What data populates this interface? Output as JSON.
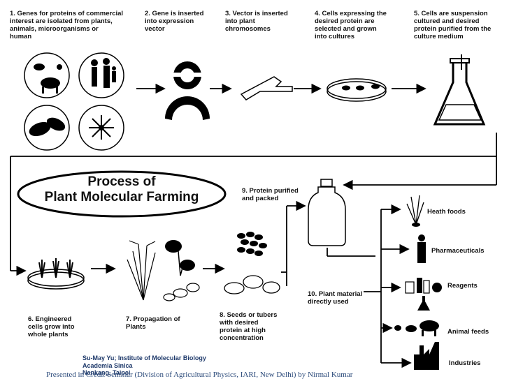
{
  "steps": {
    "s1": "1.  Genes for proteins of commercial\n     interest are isolated from plants,\n     animals, microorganisms or\n     human",
    "s2": "2.  Gene is inserted\n     into expression\n     vector",
    "s3": "3.  Vector is inserted\n     into plant\n     chromosomes",
    "s4": "4.  Cells expressing the\n     desired protein are\n     selected and grown\n     into cultures",
    "s5": "5.  Cells are suspension\n     cultured and desired\n     protein purified from the\n     culture medium",
    "s6": "6.  Engineered\n     cells grow into\n     whole plants",
    "s7": "7.  Propagation of\n     Plants",
    "s8": "8.  Seeds or tubers\n     with desired\n     protein at high\n     concentration",
    "s9": "9.  Protein purified\n     and packed",
    "s10": "10.  Plant material\n       directly used"
  },
  "title": "Process of\nPlant Molecular Farming",
  "industries": {
    "health": "Heath foods",
    "pharma": "Pharmaceuticals",
    "reagents": "Reagents",
    "animal": "Animal feeds",
    "industries": "Industries"
  },
  "credit": "Su-May Yu; Institute of Molecular Biology\nAcademia Sinica\nNankang, Taipei",
  "footer": "Presented in Credit Seminar (Division of Agricultural Physics, IARI, New Delhi) by Nirmal Kumar"
}
